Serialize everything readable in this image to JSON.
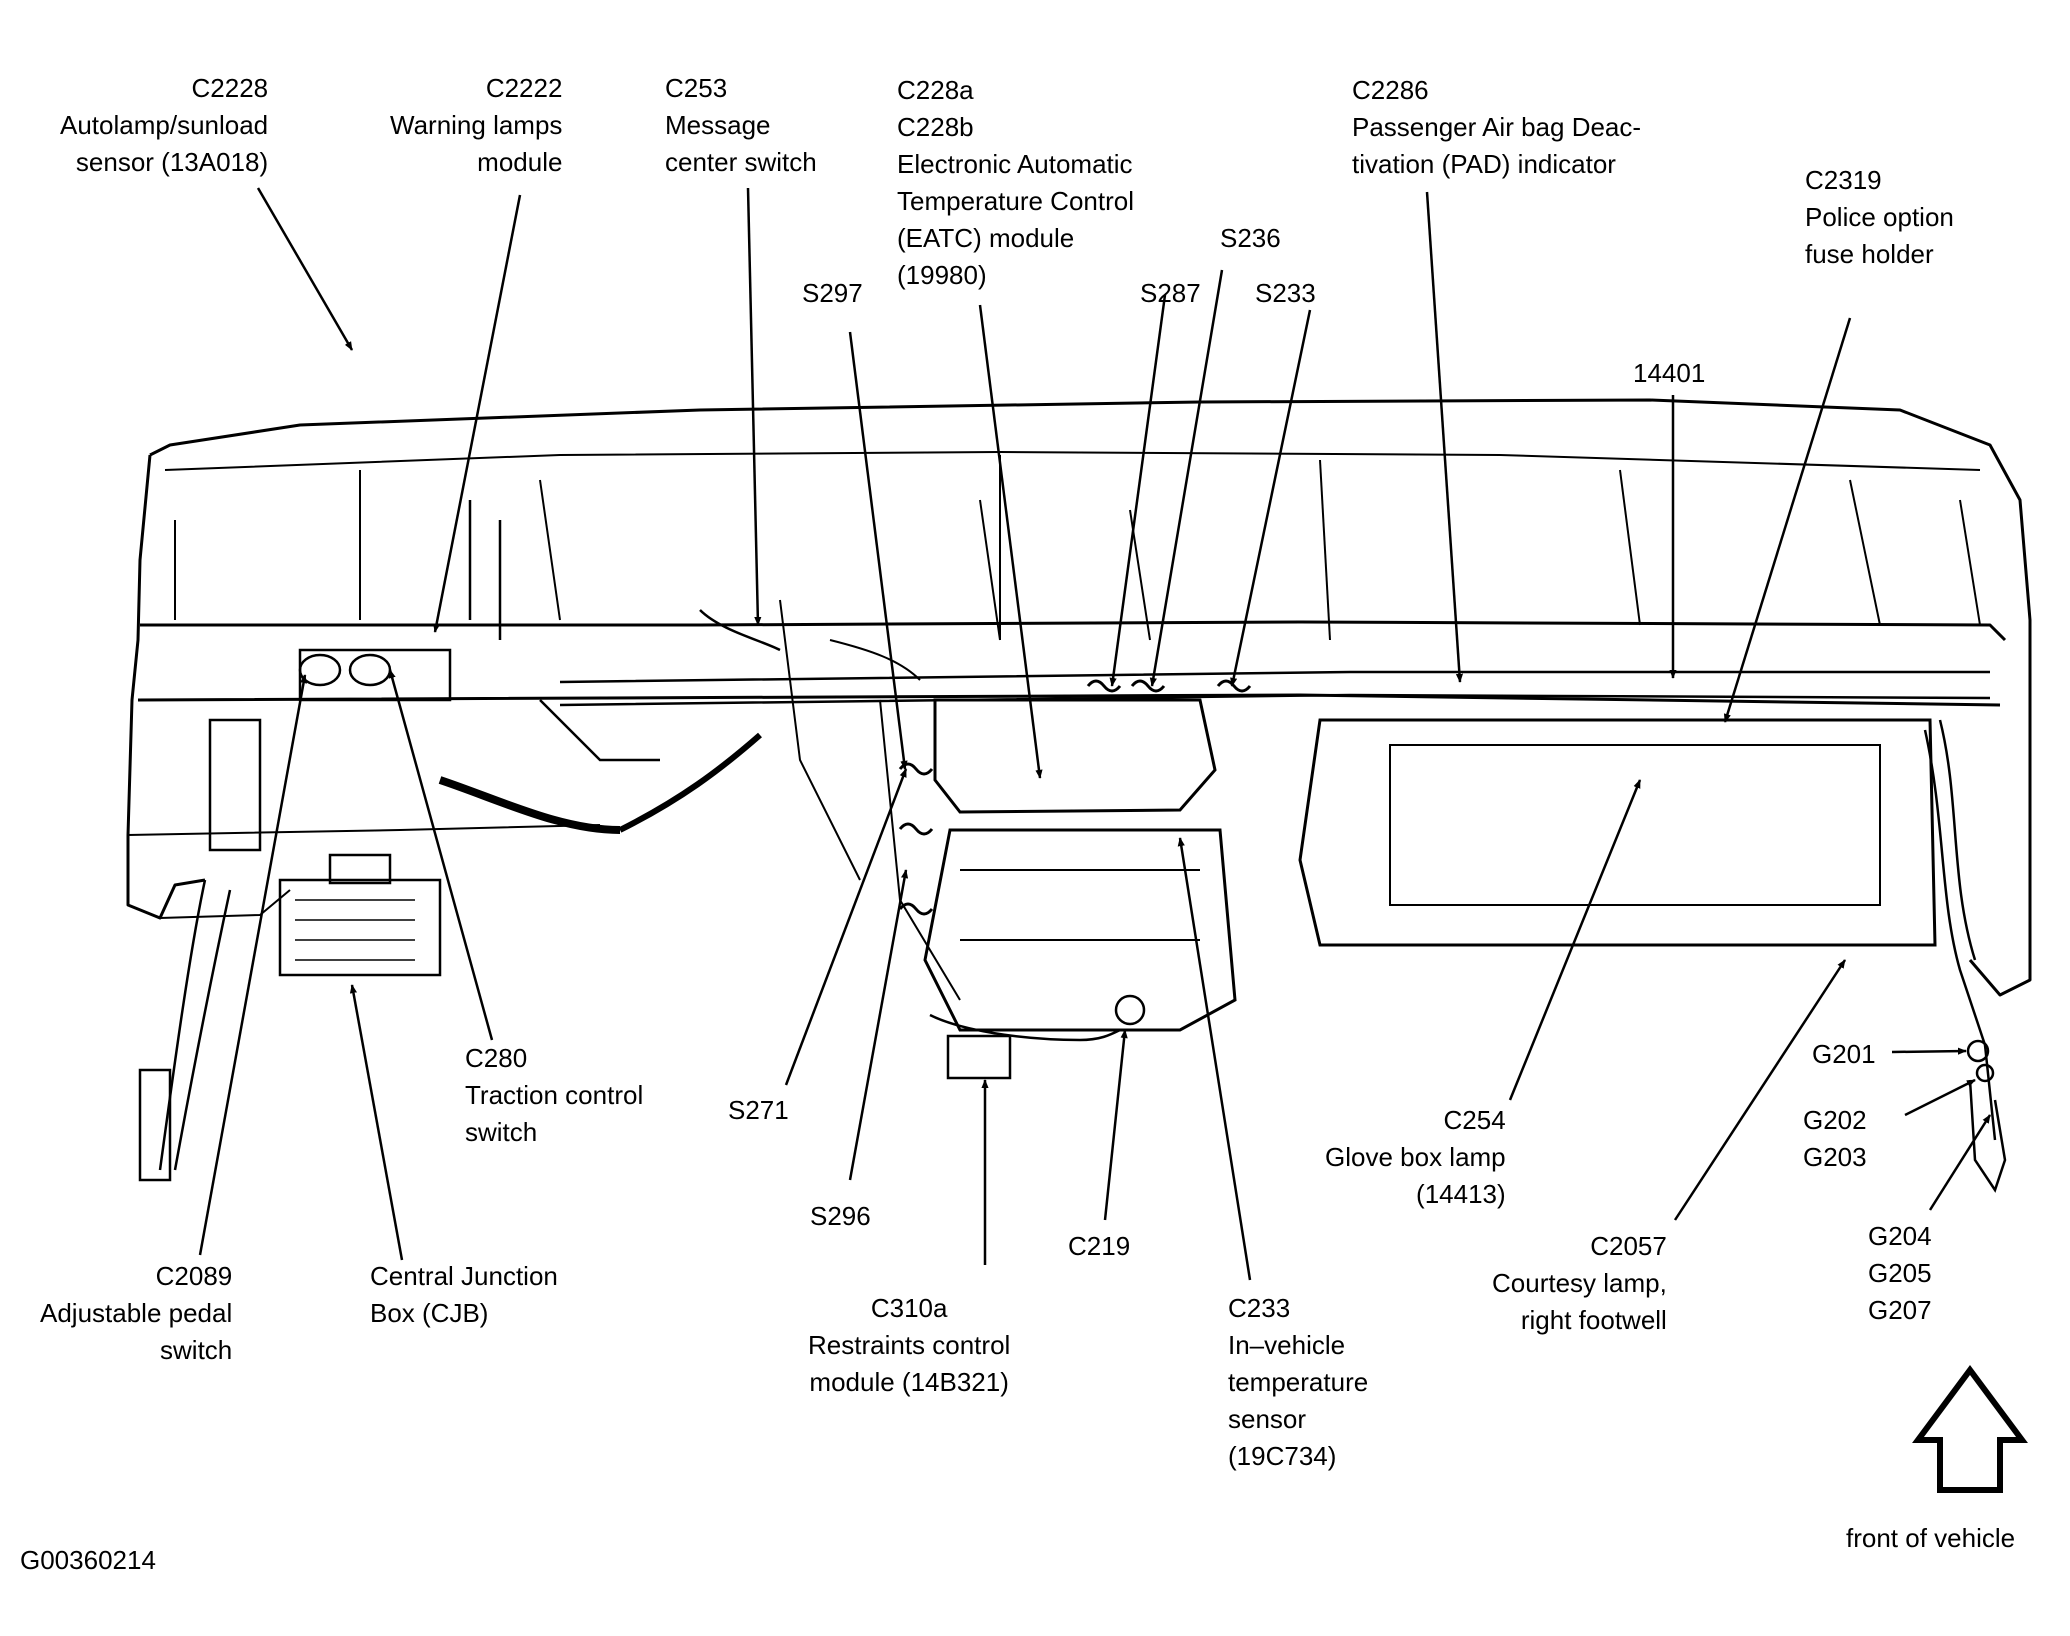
{
  "callouts": {
    "c2228": [
      "C2228",
      "Autolamp/sunload",
      "sensor (13A018)"
    ],
    "c2222": [
      "C2222",
      "Warning lamps",
      "module"
    ],
    "c253": [
      "C253",
      "Message",
      "center switch"
    ],
    "c228": [
      "C228a",
      "C228b",
      "Electronic Automatic",
      "Temperature Control",
      "(EATC) module",
      "(19980)"
    ],
    "c2286": [
      "C2286",
      "Passenger Air bag Deac-",
      "tivation (PAD) indicator"
    ],
    "c2319": [
      "C2319",
      "Police option",
      "fuse holder"
    ],
    "s236": [
      "S236"
    ],
    "s297": [
      "S297"
    ],
    "s287": [
      "S287"
    ],
    "s233": [
      "S233"
    ],
    "n14401": [
      "14401"
    ],
    "c280": [
      "C280",
      "Traction control",
      "switch"
    ],
    "s271": [
      "S271"
    ],
    "c254": [
      "C254",
      "Glove box lamp",
      "(14413)"
    ],
    "g201": [
      "G201"
    ],
    "g202": [
      "G202",
      "G203"
    ],
    "s296": [
      "S296"
    ],
    "c219": [
      "C219"
    ],
    "c2089": [
      "C2089",
      "Adjustable pedal",
      "switch"
    ],
    "cjb": [
      "Central Junction",
      "Box (CJB)"
    ],
    "c310a": [
      "C310a",
      "Restraints control",
      "module (14B321)"
    ],
    "c233": [
      "C233",
      "In–vehicle",
      "temperature",
      "sensor",
      "(19C734)"
    ],
    "c2057": [
      "C2057",
      "Courtesy lamp,",
      "right footwell"
    ],
    "g204": [
      "G204",
      "G205",
      "G207"
    ]
  },
  "direction": {
    "label": "front of vehicle",
    "icon": "up-arrow-icon"
  },
  "figure_id": "G00360214",
  "colors": {
    "ink": "#000000",
    "background": "#ffffff"
  }
}
